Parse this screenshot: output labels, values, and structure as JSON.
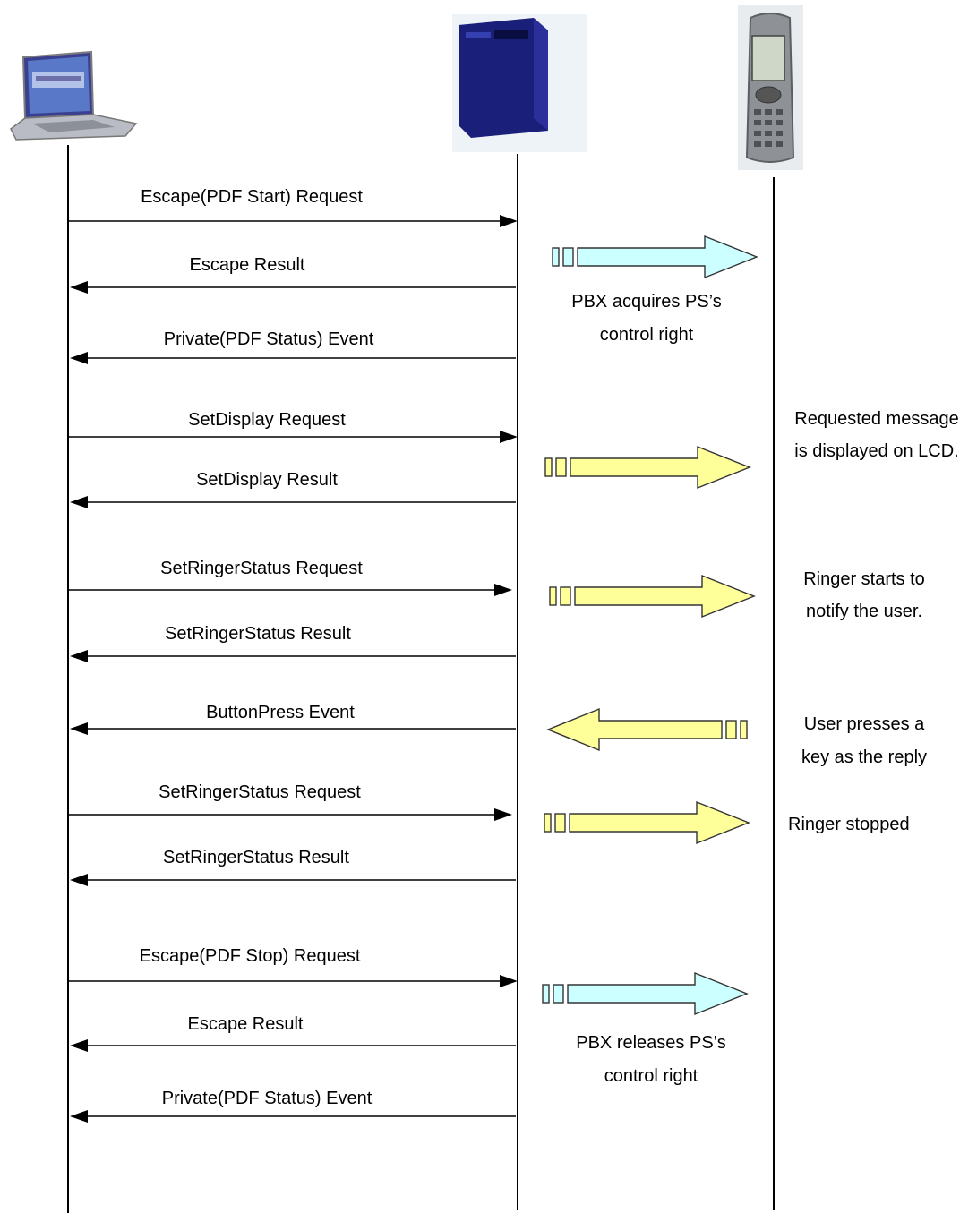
{
  "participants": [
    {
      "id": "pc",
      "icon": "laptop-icon"
    },
    {
      "id": "pbx",
      "icon": "pbx-unit-icon"
    },
    {
      "id": "ps",
      "icon": "handset-icon"
    }
  ],
  "messages": [
    {
      "label": "Escape(PDF Start) Request",
      "direction": "request"
    },
    {
      "label": "Escape Result",
      "direction": "response"
    },
    {
      "label": "Private(PDF Status) Event",
      "direction": "response"
    },
    {
      "label": "SetDisplay Request",
      "direction": "request"
    },
    {
      "label": "SetDisplay Result",
      "direction": "response"
    },
    {
      "label": "SetRingerStatus Request",
      "direction": "request"
    },
    {
      "label": "SetRingerStatus Result",
      "direction": "response"
    },
    {
      "label": "ButtonPress Event",
      "direction": "response"
    },
    {
      "label": "SetRingerStatus Request",
      "direction": "request"
    },
    {
      "label": "SetRingerStatus Result",
      "direction": "response"
    },
    {
      "label": "Escape(PDF Stop) Request",
      "direction": "request"
    },
    {
      "label": "Escape Result",
      "direction": "response"
    },
    {
      "label": "Private(PDF Status) Event",
      "direction": "response"
    }
  ],
  "ps_arrows": [
    {
      "direction": "right",
      "color": "#ccffff"
    },
    {
      "direction": "right",
      "color": "#ffff99"
    },
    {
      "direction": "right",
      "color": "#ffff99"
    },
    {
      "direction": "left",
      "color": "#ffff99"
    },
    {
      "direction": "right",
      "color": "#ffff99"
    },
    {
      "direction": "right",
      "color": "#ccffff"
    }
  ],
  "notes": {
    "acquire": [
      "PBX acquires PS’s",
      "control right"
    ],
    "display": [
      "Requested message",
      "is displayed on LCD."
    ],
    "ringer_start": [
      "Ringer starts to",
      "notify the user."
    ],
    "key_press": [
      "User presses a",
      "key as the reply"
    ],
    "ringer_stop": [
      "Ringer stopped"
    ],
    "release": [
      "PBX releases PS’s",
      "control right"
    ]
  }
}
